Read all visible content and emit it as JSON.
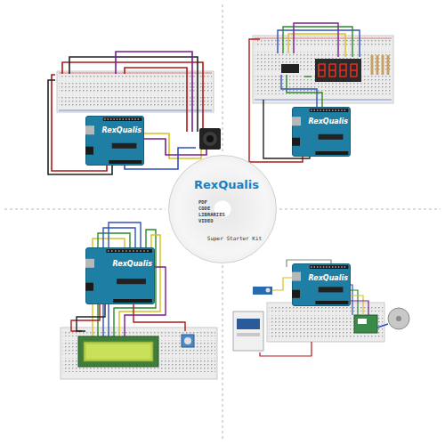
{
  "diagram": {
    "nodes": [
      {
        "text": [
          "RexQualis"
        ]
      },
      {
        "text": [
          "RexQualis"
        ]
      },
      {
        "text": [
          "RexQualis",
          "PDF",
          "CODE",
          "LIBRARIES",
          "VIDEO",
          "Super Starter Kit"
        ]
      },
      {
        "text": [
          "RexQualis"
        ]
      },
      {
        "text": [
          "RexQualis"
        ]
      }
    ]
  }
}
